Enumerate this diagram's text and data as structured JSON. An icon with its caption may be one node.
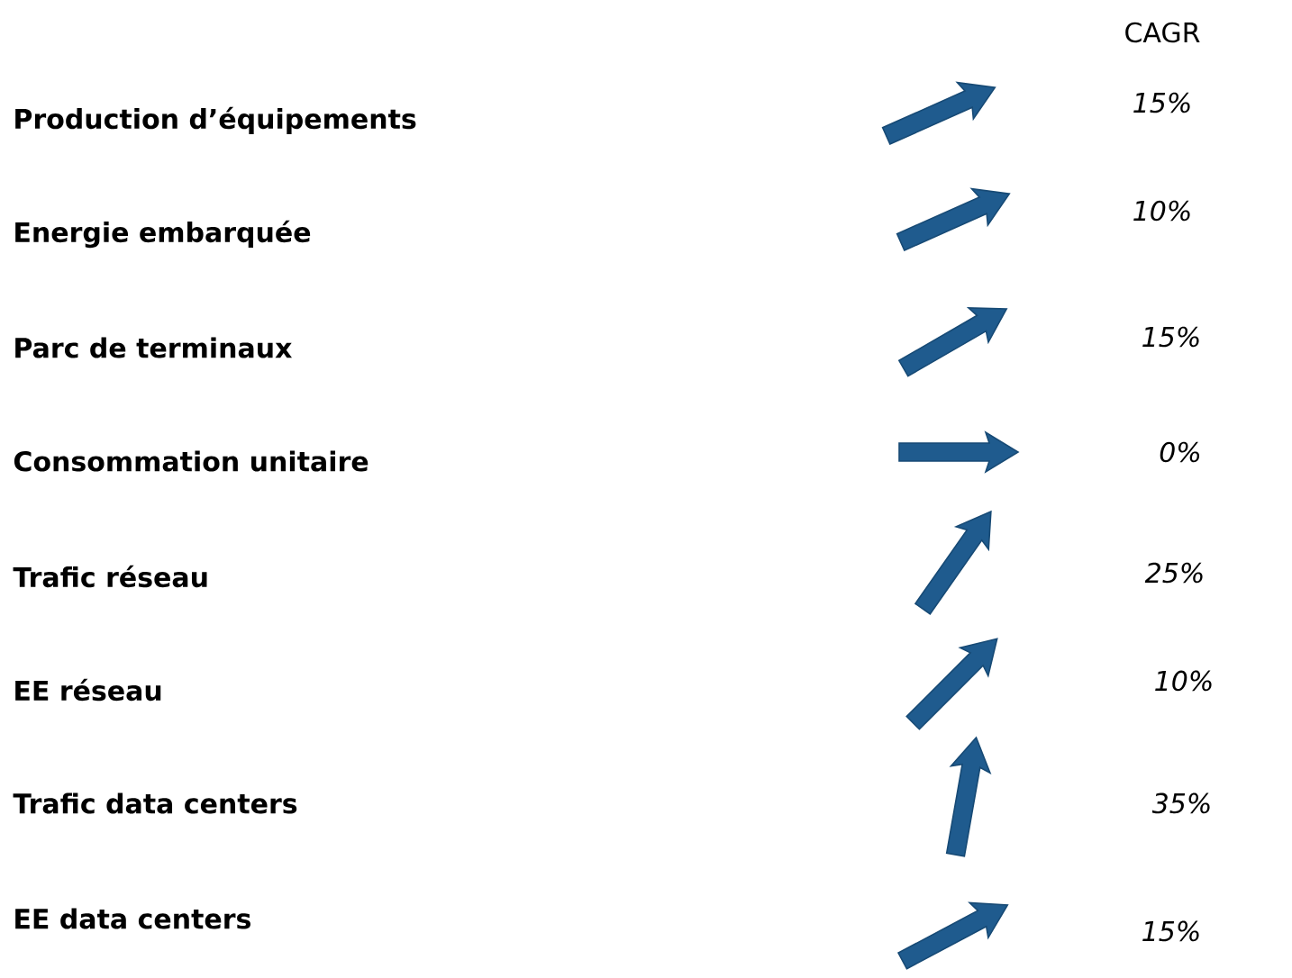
{
  "diagram": {
    "labels": [
      "CAGR",
      "Production d’équipements",
      "15%",
      "Energie embarquée",
      "10%",
      "Parc de terminaux",
      "15%",
      "Consommation unitaire",
      "0%",
      "Trafic réseau",
      "25%",
      "EE réseau",
      "10%",
      "Trafic data centers",
      "35%",
      "EE data centers",
      "15%"
    ]
  }
}
